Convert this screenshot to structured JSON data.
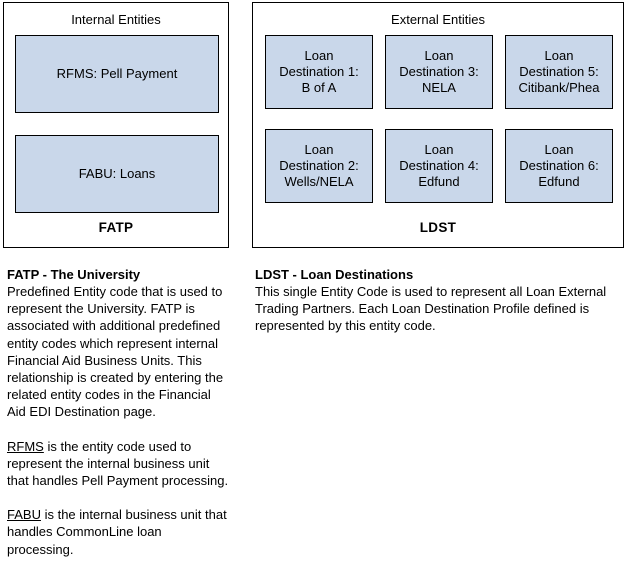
{
  "diagram": {
    "internal_panel": {
      "title": "Internal Entities",
      "footer": "FATP",
      "boxes": [
        {
          "label": "RFMS: Pell Payment"
        },
        {
          "label": "FABU: Loans"
        }
      ]
    },
    "external_panel": {
      "title": "External Entities",
      "footer": "LDST",
      "boxes": [
        {
          "label": "Loan\nDestination 1:\nB of A"
        },
        {
          "label": "Loan\nDestination 3:\nNELA"
        },
        {
          "label": "Loan\nDestination 5:\nCitibank/Phea"
        },
        {
          "label": "Loan\nDestination 2:\nWells/NELA"
        },
        {
          "label": "Loan\nDestination 4:\nEdfund"
        },
        {
          "label": "Loan\nDestination 6:\nEdfund"
        }
      ]
    }
  },
  "descriptions": {
    "left": {
      "heading": "FATP - The University",
      "paragraph1": "Predefined Entity code that is used to represent the University. FATP is associated with additional predefined entity codes which represent internal Financial Aid Business Units. This relationship is created by entering the related entity codes in the Financial Aid EDI Destination page.",
      "paragraph2_term": "RFMS",
      "paragraph2_rest": " is the entity code used to represent the internal business unit that handles Pell Payment processing.",
      "paragraph3_term": "FABU",
      "paragraph3_rest": " is the internal business unit that handles CommonLine loan processing."
    },
    "right": {
      "heading": "LDST - Loan Destinations",
      "paragraph1": "This single Entity Code is used to represent all Loan External Trading Partners. Each Loan Destination Profile defined is represented by this entity code."
    }
  },
  "colors": {
    "entity_fill": "#c9d7ea",
    "border": "#000000",
    "background": "#ffffff",
    "text": "#000000"
  }
}
